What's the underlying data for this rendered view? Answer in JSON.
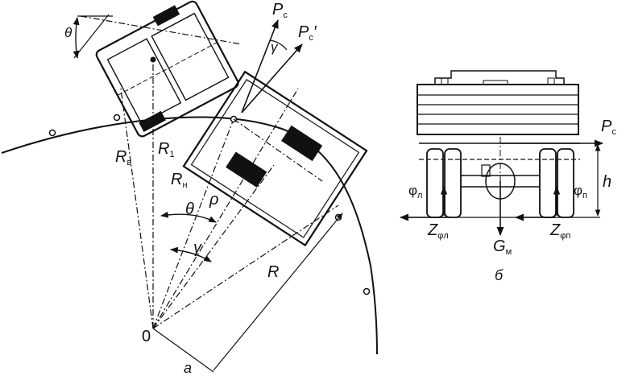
{
  "labels": {
    "P": "P",
    "c": "c",
    "Pc_prime": "′",
    "gamma": "γ",
    "theta": "θ",
    "R": "R",
    "R_v_sub": "в",
    "R1_sub": "1",
    "R_n_sub": "н",
    "rho": "ρ",
    "origin": "0",
    "caption_a": "а",
    "caption_b": "б",
    "h": "h",
    "phi": "φ",
    "phi_l_sub": "л",
    "phi_p_sub": "п",
    "Z": "Z",
    "Z_l_sub": "φл",
    "Z_p_sub": "φп",
    "G": "G",
    "G_sub": "м"
  },
  "icons": {
    "arrowhead": "arrowhead-icon"
  }
}
